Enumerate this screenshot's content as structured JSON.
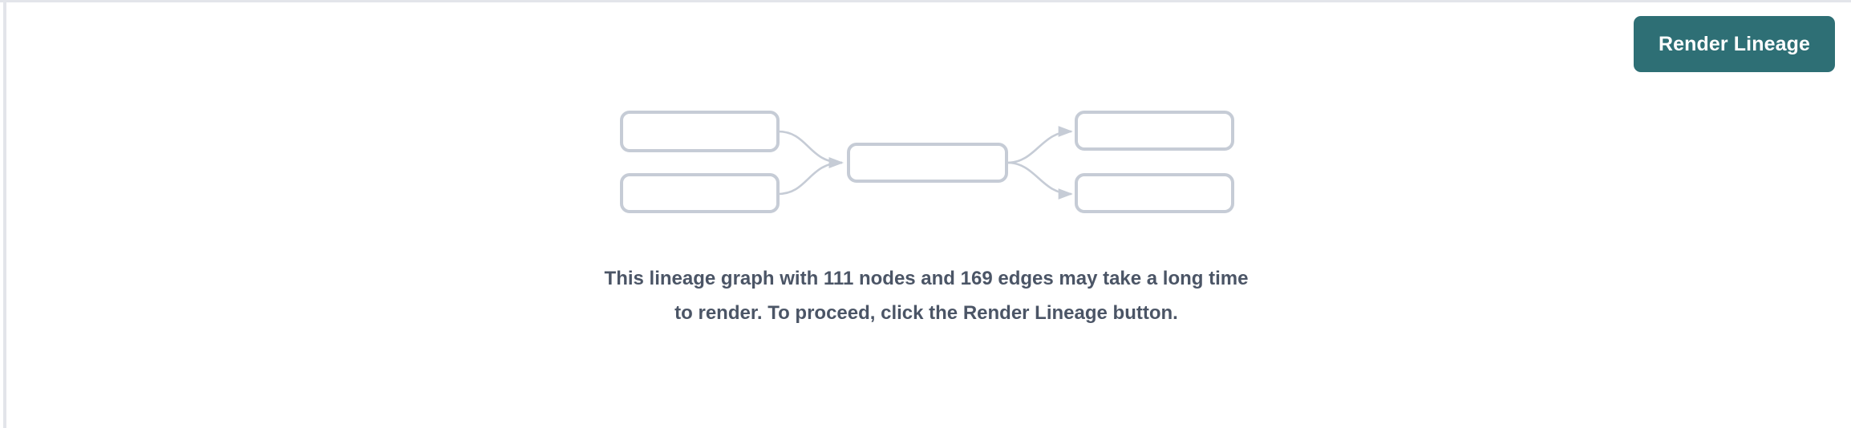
{
  "panel": {
    "background_color": "#ffffff",
    "rule_color": "#e3e5ea"
  },
  "toolbar": {
    "render_lineage_label": "Render Lineage",
    "button_color": "#2e6f75",
    "button_text_color": "#ffffff"
  },
  "message": {
    "text": "This lineage graph with 111 nodes and 169 edges may take a long time to render. To proceed, click the Render Lineage button.",
    "node_count": "111",
    "edge_count": "169",
    "text_color": "#4b5566"
  },
  "graph_placeholder": {
    "node_border_color": "#c6ccd6",
    "edge_color": "#c6ccd6",
    "nodes": [
      {
        "id": "left-top",
        "label": ""
      },
      {
        "id": "left-bottom",
        "label": ""
      },
      {
        "id": "center",
        "label": ""
      },
      {
        "id": "right-top",
        "label": ""
      },
      {
        "id": "right-bottom",
        "label": ""
      }
    ],
    "edges": [
      {
        "from": "left-top",
        "to": "center"
      },
      {
        "from": "left-bottom",
        "to": "center"
      },
      {
        "from": "center",
        "to": "right-top"
      },
      {
        "from": "center",
        "to": "right-bottom"
      }
    ]
  }
}
